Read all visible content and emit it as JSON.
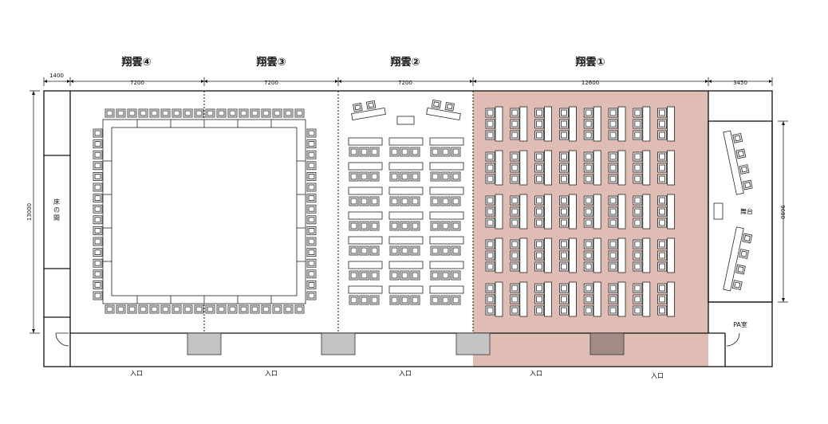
{
  "rooms": [
    {
      "name": "翔雲④",
      "width": "7200",
      "layout": "hollow-square"
    },
    {
      "name": "翔雲③",
      "width": "7200",
      "layout": "hollow-square"
    },
    {
      "name": "翔雲②",
      "width": "7200",
      "layout": "school"
    },
    {
      "name": "翔雲①",
      "width": "12600",
      "layout": "school-groups"
    }
  ],
  "dimensions": {
    "left_margin": "1400",
    "right_stage": "3450",
    "total_depth": "13000",
    "stage_depth": "9680"
  },
  "labels": {
    "tokonoma": "床の間",
    "stage": "舞台",
    "pa_room": "PA室",
    "entrance": "入口"
  },
  "colors": {
    "highlight": "#dfbdb4",
    "partition": "#c4c4c4",
    "line": "#111111"
  }
}
